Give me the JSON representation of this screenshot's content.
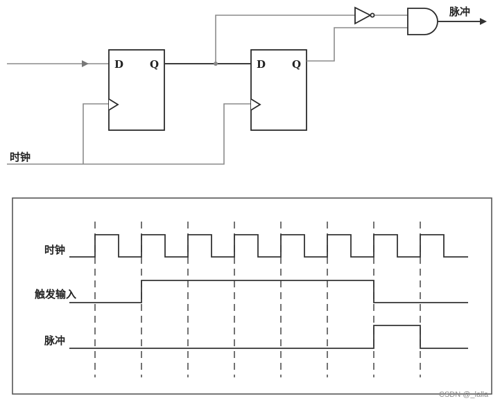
{
  "circuit": {
    "ff1": {
      "d_label": "D",
      "q_label": "Q"
    },
    "ff2": {
      "d_label": "D",
      "q_label": "Q"
    },
    "clock_label": "时钟",
    "output_label": "脉冲"
  },
  "timing": {
    "signals": [
      {
        "label": "时钟"
      },
      {
        "label": "触发输入"
      },
      {
        "label": "脉冲"
      }
    ]
  },
  "watermark": "CSDN @_lalla"
}
